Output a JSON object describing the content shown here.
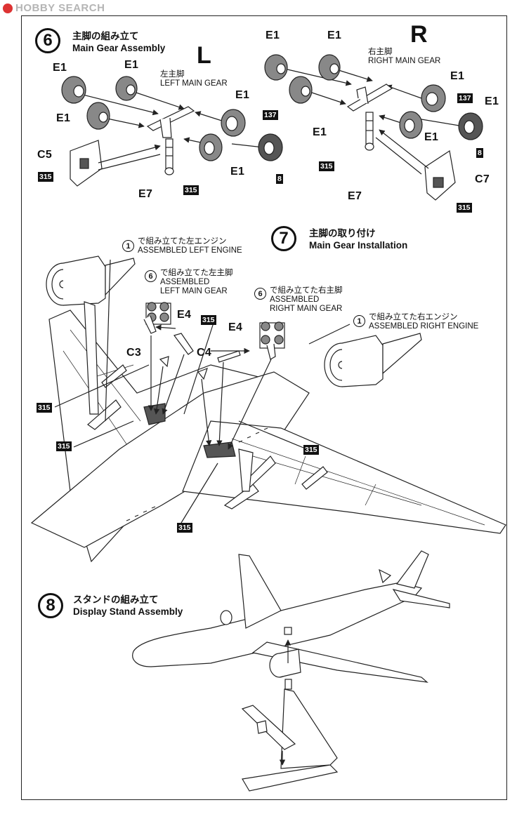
{
  "watermark": "HOBBY SEARCH",
  "step6": {
    "number": "6",
    "title_jp": "主脚の組み立て",
    "title_en": "Main Gear Assembly",
    "left_side": {
      "letter": "L",
      "jp": "左主脚",
      "en": "LEFT MAIN GEAR"
    },
    "right_side": {
      "letter": "R",
      "jp": "右主脚",
      "en": "RIGHT MAIN GEAR"
    },
    "parts": {
      "wheel": "E1",
      "strut": "E7",
      "door_left": "C5",
      "door_right": "C7"
    },
    "paint_codes": [
      "315",
      "137",
      "8"
    ]
  },
  "step7": {
    "number": "7",
    "title_jp": "主脚の取り付け",
    "title_en": "Main Gear Installation",
    "callouts": {
      "left_engine": {
        "ref": "1",
        "jp": "で組み立てた左エンジン",
        "en": "ASSEMBLED LEFT ENGINE"
      },
      "left_gear": {
        "ref": "6",
        "jp": "で組み立てた左主脚",
        "en1": "ASSEMBLED",
        "en2": "LEFT MAIN GEAR"
      },
      "right_gear": {
        "ref": "6",
        "jp": "で組み立てた右主脚",
        "en1": "ASSEMBLED",
        "en2": "RIGHT MAIN GEAR"
      },
      "right_engine": {
        "ref": "1",
        "jp": "で組み立てた右エンジン",
        "en": "ASSEMBLED RIGHT ENGINE"
      }
    },
    "parts": {
      "strut_brace": "E4",
      "door_left": "C3",
      "door_right": "C4"
    },
    "paint_code": "315"
  },
  "step8": {
    "number": "8",
    "title_jp": "スタンドの組み立て",
    "title_en": "Display Stand Assembly"
  }
}
